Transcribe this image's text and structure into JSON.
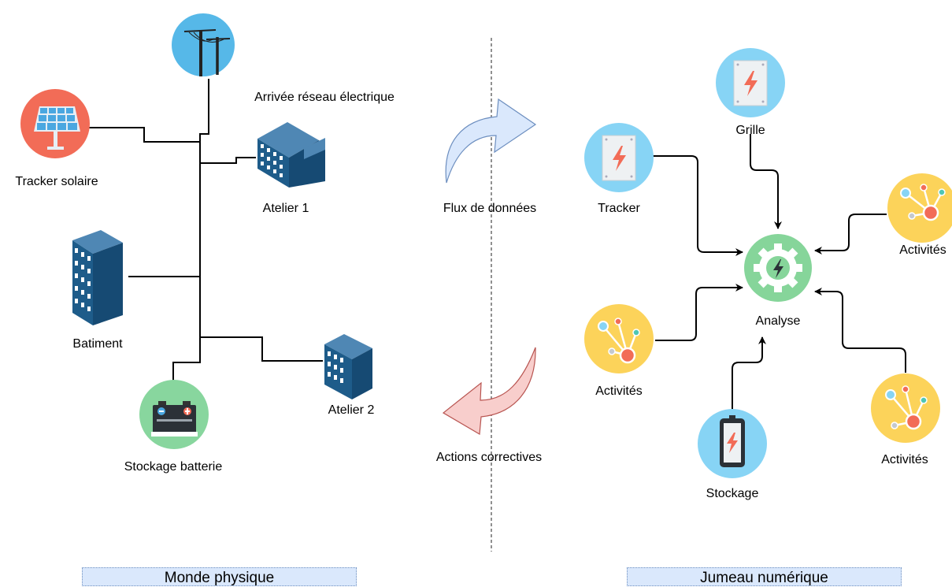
{
  "physical": {
    "grid": "Arrivée réseau électrique",
    "solar": "Tracker solaire",
    "workshop1": "Atelier 1",
    "building": "Batiment",
    "workshop2": "Atelier 2",
    "battery": "Stockage batterie"
  },
  "flows": {
    "data_flow": "Flux de données",
    "corrective": "Actions correctives"
  },
  "twin": {
    "grid": "Grille",
    "tracker": "Tracker",
    "analysis": "Analyse",
    "activities_right": "Activités",
    "activities_left": "Activités",
    "activities_bottom": "Activités",
    "storage": "Stockage"
  },
  "sections": {
    "physical_world": "Monde physique",
    "digital_twin": "Jumeau numérique"
  },
  "colors": {
    "grid_icon_bg": "#56b8e8",
    "solar_icon_bg": "#f26c57",
    "battery_icon_bg": "#88d69e",
    "twin_icon_bg": "#87d4f5",
    "analysis_icon_bg": "#86d59a",
    "activities_icon_bg": "#fcd35a",
    "building_blue": "#1e5c8a",
    "data_arrow_fill": "#dae8fc",
    "corrective_arrow_fill": "#f8cecc",
    "section_fill": "#dae8fc"
  }
}
